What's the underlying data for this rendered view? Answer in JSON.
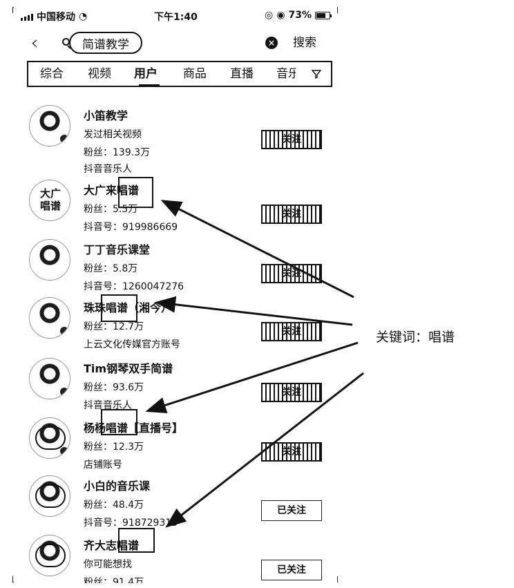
{
  "status_bar": {
    "carrier": "中国移动",
    "time": "下午1:40",
    "battery": "73%",
    "battery_level": 0.73
  },
  "search": {
    "query": "简谱教学",
    "search_label": "搜索"
  },
  "tabs": [
    {
      "label": "综合"
    },
    {
      "label": "视频"
    },
    {
      "label": "用户"
    },
    {
      "label": "商品"
    },
    {
      "label": "直播"
    },
    {
      "label": "音乐"
    }
  ],
  "results": [
    {
      "name": "小笛教学",
      "line1": "发过相关视频",
      "line2": "粉丝：139.3万",
      "line3": "抖音音乐人",
      "button": "关注"
    },
    {
      "name": "大广来唱谱",
      "line1": "粉丝：5.5万",
      "line2": "抖音号：919986669",
      "line3": "",
      "button": "关注"
    },
    {
      "name": "丁丁音乐课堂",
      "line1": "粉丝：5.8万",
      "line2": "抖音号：1260047276",
      "line3": "",
      "button": "关注"
    },
    {
      "name": "珠珠唱谱（湘今）",
      "line1": "粉丝：12.7万",
      "line2": "上云文化传媒官方账号",
      "line3": "",
      "button": "关注"
    },
    {
      "name": "Tim钢琴双手简谱",
      "line1": "粉丝：93.6万",
      "line2": "抖音音乐人",
      "line3": "",
      "button": "关注"
    },
    {
      "name": "杨杨唱谱【直播号】",
      "line1": "粉丝：12.3万",
      "line2": "店铺账号",
      "line3": "",
      "button": "关注"
    },
    {
      "name": "小白的音乐课",
      "line1": "粉丝：48.4万",
      "line2": "抖音号：918729313",
      "line3": "",
      "button": "已关注"
    },
    {
      "name": "齐大志唱谱",
      "line1": "你可能想找",
      "line2": "粉丝：91.4万",
      "line3": "",
      "button": "已关注"
    }
  ],
  "annotation": {
    "label": "关键词：唱谱"
  },
  "colors": {
    "ink": "#111111",
    "background": "#ffffff"
  }
}
